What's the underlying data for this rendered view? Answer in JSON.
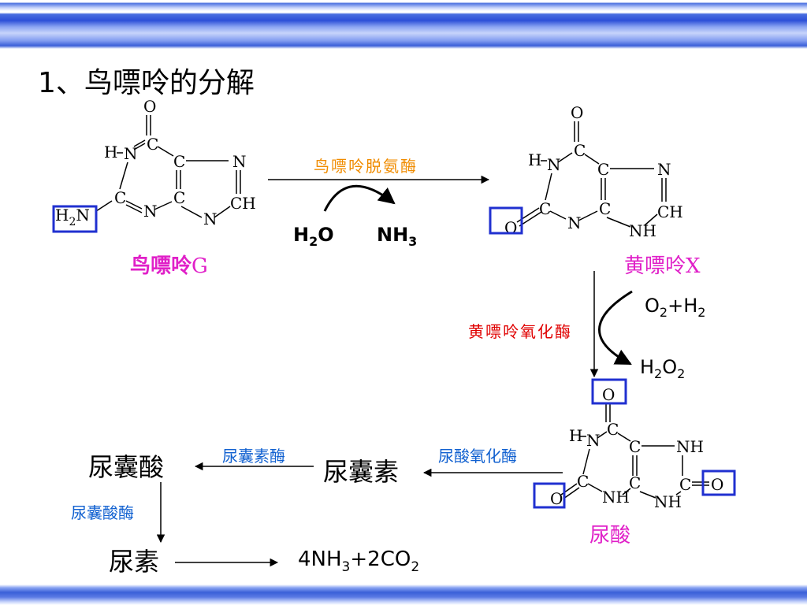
{
  "title": "1、鸟嘌呤的分解",
  "guanine": {
    "name": "鸟嘌呤",
    "letter": "G",
    "atoms": {
      "O": "O",
      "H": "H",
      "N": "N",
      "C": "C",
      "CH": "CH",
      "H2N_main": "H",
      "H2N_sub": "2",
      "H2N_end": "N"
    }
  },
  "reaction1": {
    "enzyme": "鸟嘌呤脱氨酶",
    "water": {
      "main": "H",
      "sub": "2",
      "end": "O"
    },
    "ammonia": {
      "main": "NH",
      "sub": "3"
    }
  },
  "xanthine": {
    "name": "黄嘌呤",
    "letter": "X",
    "atoms": {
      "O": "O",
      "H": "H",
      "N": "N",
      "C": "C",
      "CH": "CH",
      "NH": "NH"
    }
  },
  "reaction2": {
    "enzyme": "黄嘌呤氧化酶",
    "reactant": {
      "o": "O",
      "o_sub": "2",
      "plus": "+H",
      "h_sub": "2"
    },
    "product": {
      "h": "H",
      "h_sub": "2",
      "o": "O",
      "o_sub": "2"
    }
  },
  "uric_acid": {
    "name": "尿酸",
    "atoms": {
      "O": "O",
      "H": "H",
      "N": "N",
      "C": "C",
      "NH": "NH"
    }
  },
  "reaction3": {
    "enzyme": "尿酸氧化酶",
    "product": "尿囊素"
  },
  "reaction4": {
    "enzyme": "尿囊素酶",
    "product": "尿囊酸"
  },
  "reaction5": {
    "enzyme": "尿囊酸酶",
    "product": "尿素"
  },
  "final": {
    "p1": "4NH",
    "s1": "3",
    "p2": "+2CO",
    "s2": "2"
  },
  "colors": {
    "magenta": "#e020c8",
    "orange": "#f08c00",
    "red": "#e00000",
    "blue": "#1060d0",
    "box": "#2030d0"
  }
}
